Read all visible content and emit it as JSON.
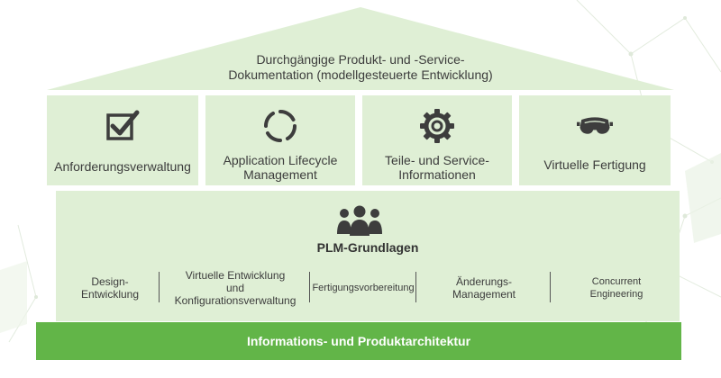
{
  "roof": {
    "line1": "Durchgängige Produkt- und -Service-",
    "line2": "Dokumentation (modellgesteuerte Entwicklung)"
  },
  "pillars": [
    {
      "icon": "checkbox-icon",
      "line1": "Anforderungsverwaltung",
      "line2": ""
    },
    {
      "icon": "cycle-icon",
      "line1": "Application Lifecycle",
      "line2": "Management"
    },
    {
      "icon": "gear-icon",
      "line1": "Teile- und Service-",
      "line2": "Informationen"
    },
    {
      "icon": "vr-headset-icon",
      "line1": "Virtuelle Fertigung",
      "line2": ""
    }
  ],
  "base": {
    "icon": "people-group-icon",
    "title": "PLM-Grundlagen",
    "items": [
      {
        "line1": "Design-",
        "line2": "Entwicklung",
        "line3": ""
      },
      {
        "line1": "Virtuelle Entwicklung",
        "line2": "und",
        "line3": "Konfigurationsverwaltung"
      },
      {
        "line1": "Fertigungsvorbereitung",
        "line2": "",
        "line3": ""
      },
      {
        "line1": "Änderungs-",
        "line2": "Management",
        "line3": ""
      },
      {
        "line1": "Concurrent",
        "line2": "Engineering",
        "line3": ""
      }
    ]
  },
  "footer": {
    "label": "Informations- und Produktarchitektur"
  },
  "colors": {
    "light_green": "#dfefd5",
    "green": "#62b548",
    "dark_icon": "#3d3d3d"
  }
}
